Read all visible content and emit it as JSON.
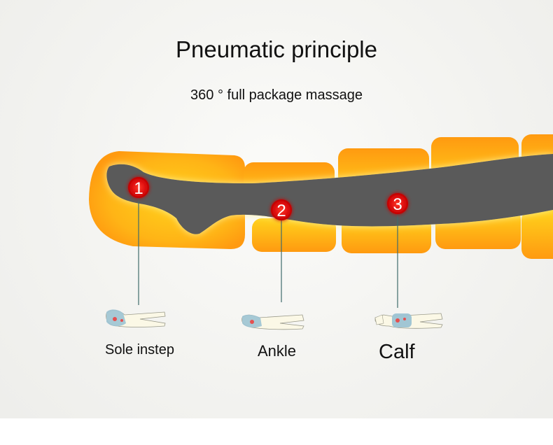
{
  "header": {
    "title": "Pneumatic principle",
    "subtitle": "360 ° full package massage"
  },
  "points": [
    {
      "number": "1",
      "label": "Sole instep"
    },
    {
      "number": "2",
      "label": "Ankle"
    },
    {
      "number": "3",
      "label": "Calf"
    }
  ],
  "colors": {
    "airbag_orange": "#ff9a10",
    "airbag_yellow": "#ffd21c",
    "leg_gray": "#5a5a5a",
    "marker_red": "#e01010",
    "leader_line": "#3f6b6b"
  }
}
